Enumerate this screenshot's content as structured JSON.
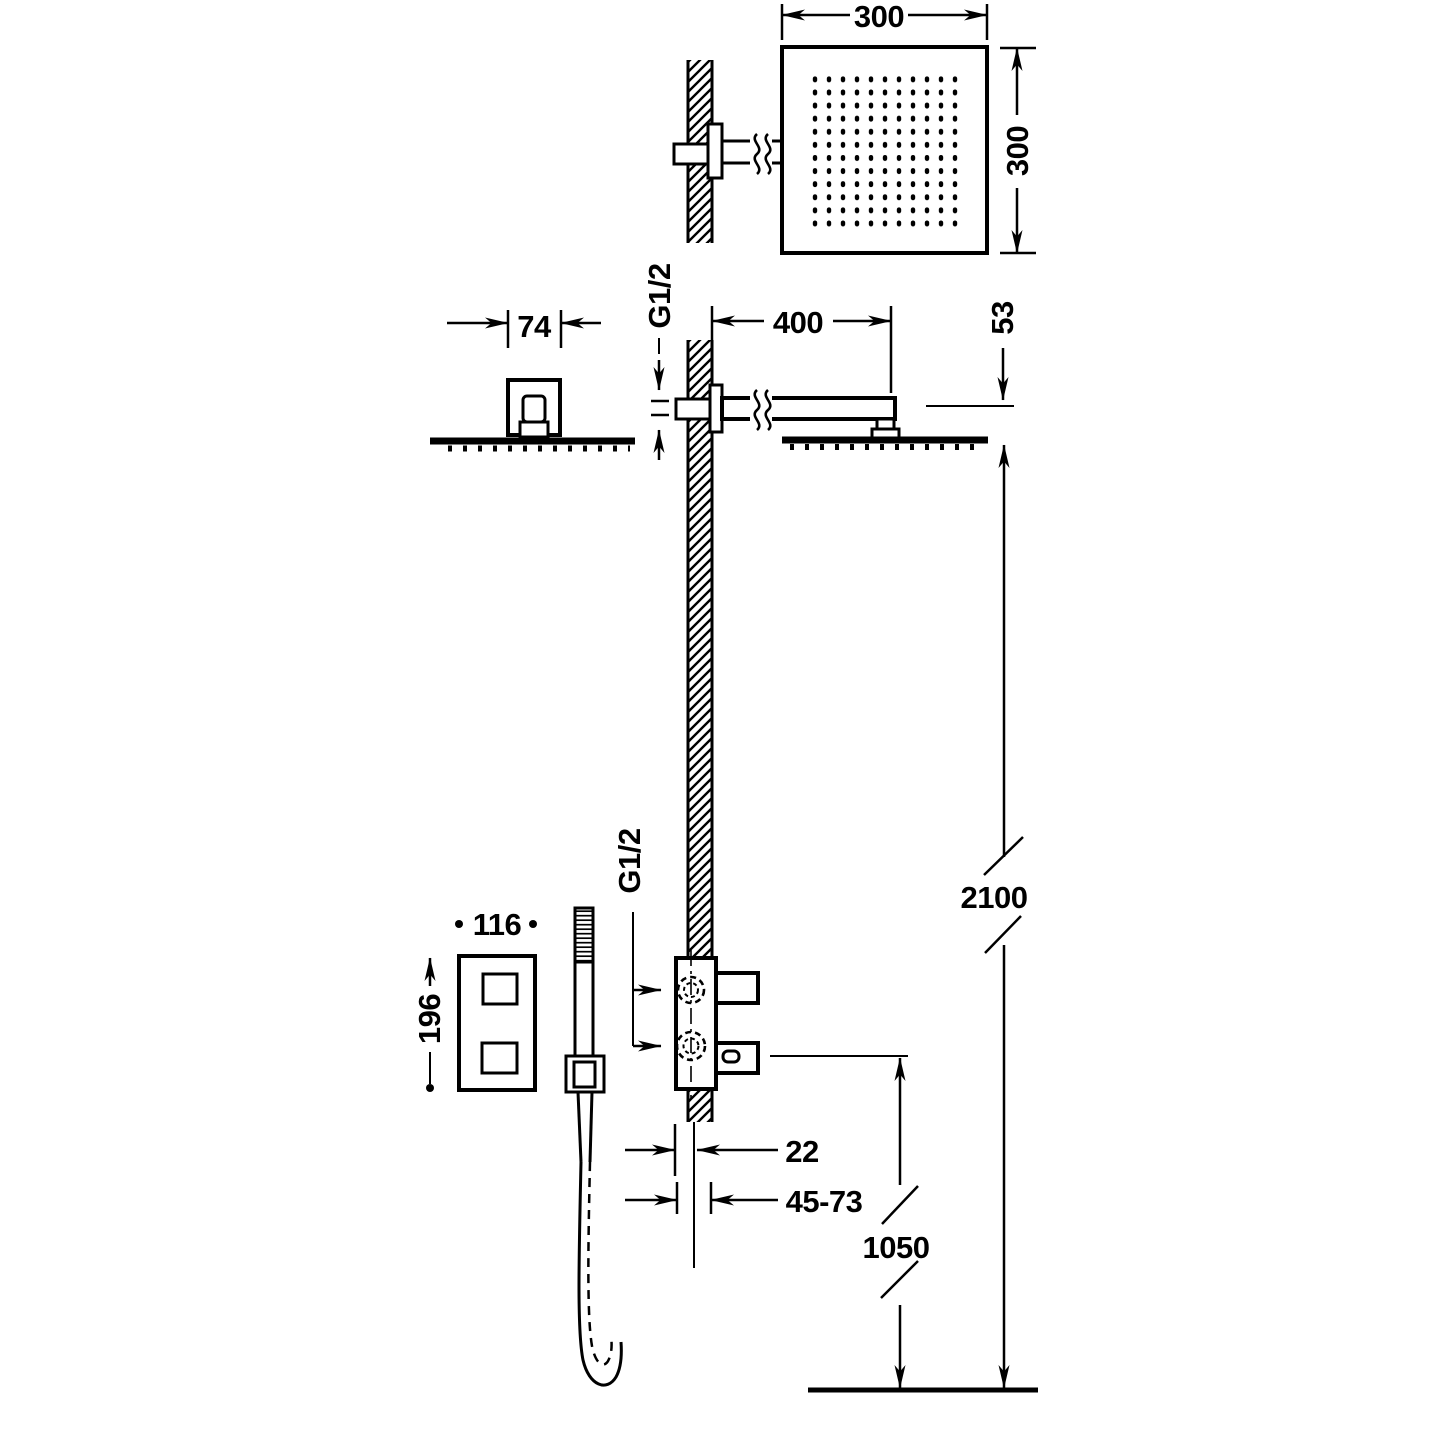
{
  "drawing": {
    "background": "#ffffff",
    "line_color": "#000000",
    "labels": {
      "head_width": "300",
      "head_height": "300",
      "bracket_width": "74",
      "arm_thread": "G1/2",
      "arm_length": "400",
      "arm_drop": "53",
      "overall_height": "2100",
      "plate_width": "116",
      "plate_height": "196",
      "mixer_thread": "G1/2",
      "wall_offset": "22",
      "mounting_depth_range": "45-73",
      "mixer_height": "1050"
    }
  }
}
